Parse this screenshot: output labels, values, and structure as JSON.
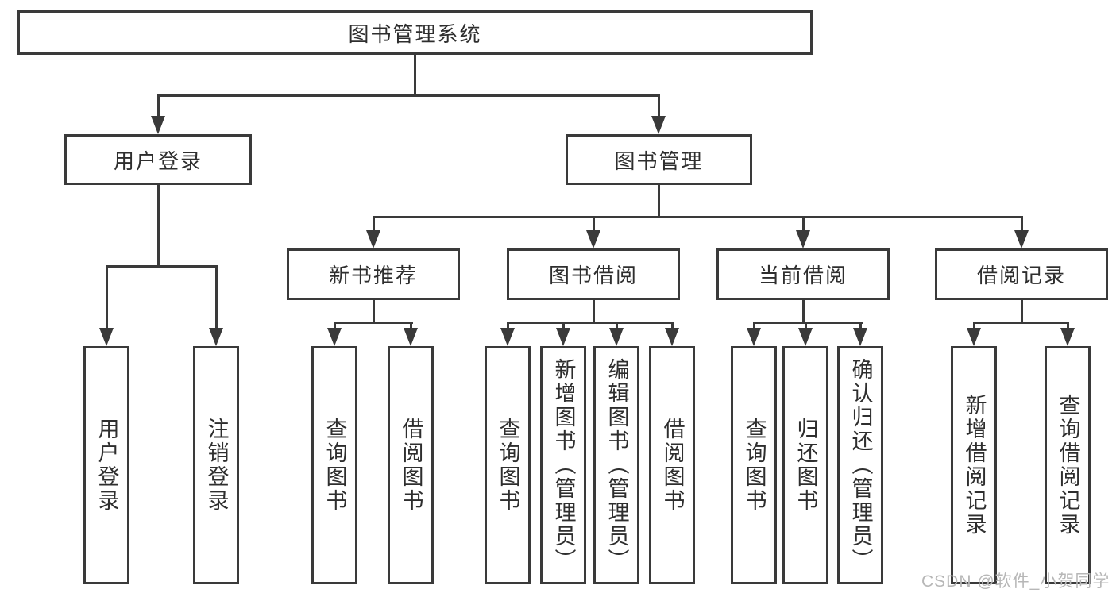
{
  "diagram": {
    "type": "hierarchy-tree",
    "root": {
      "label": "图书管理系统",
      "children": [
        {
          "label": "用户登录",
          "children": [
            {
              "label": "用户登录"
            },
            {
              "label": "注销登录"
            }
          ]
        },
        {
          "label": "图书管理",
          "children": [
            {
              "label": "新书推荐",
              "children": [
                {
                  "label": "查询图书"
                },
                {
                  "label": "借阅图书"
                }
              ]
            },
            {
              "label": "图书借阅",
              "children": [
                {
                  "label": "查询图书"
                },
                {
                  "label": "新增图书（管理员）"
                },
                {
                  "label": "编辑图书（管理员）"
                },
                {
                  "label": "借阅图书"
                }
              ]
            },
            {
              "label": "当前借阅",
              "children": [
                {
                  "label": "查询图书"
                },
                {
                  "label": "归还图书"
                },
                {
                  "label": "确认归还（管理员）"
                }
              ]
            },
            {
              "label": "借阅记录",
              "children": [
                {
                  "label": "新增借阅记录"
                },
                {
                  "label": "查询借阅记录"
                }
              ]
            }
          ]
        }
      ]
    }
  },
  "watermark": {
    "text": "CSDN @软件_小贺同学"
  },
  "colors": {
    "line": "#3a3a3a",
    "border": "#3a3a3a",
    "text": "#2e2e2e",
    "box_background": "#ffffff",
    "page_background": "#ffffff",
    "watermark": "#b7b7b7"
  }
}
